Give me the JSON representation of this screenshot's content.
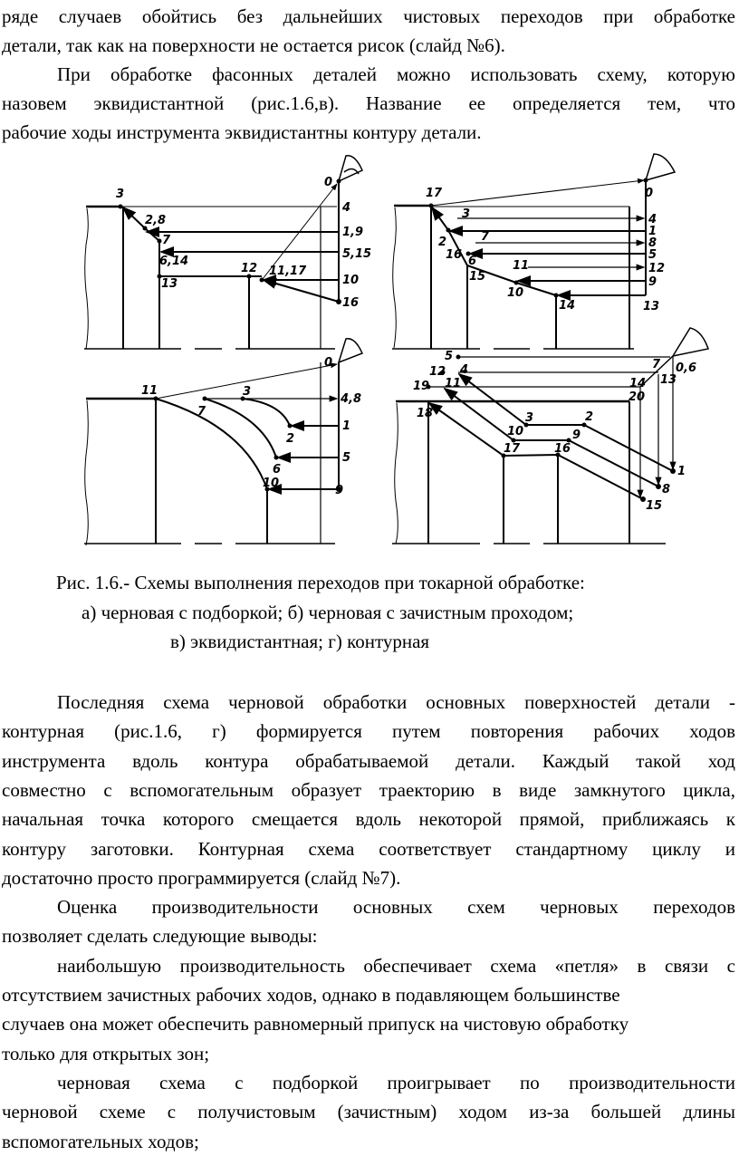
{
  "paragraph_top": [
    "ряде случаев обойтись без дальнейших чистовых переходов при обработке",
    "детали, так как на поверхности не остается рисок (слайд №6)."
  ],
  "paragraph_2": [
    "При обработке фасонных деталей можно использовать схему, которую",
    "назовем эквидистантной (рис.1.6,в). Название ее определяется тем, что",
    "рабочие ходы инструмента эквидистантны контуру детали."
  ],
  "figure": {
    "a": {
      "labels": [
        "0",
        "3",
        "2,8",
        "7",
        "6,14",
        "13",
        "12",
        "11,17",
        "4",
        "1,9",
        "5,15",
        "10",
        "16"
      ]
    },
    "b": {
      "labels": [
        "0",
        "17",
        "3",
        "2",
        "7",
        "16",
        "6",
        "15",
        "11",
        "10",
        "14",
        "4",
        "1",
        "8",
        "5",
        "12",
        "9",
        "13"
      ]
    },
    "c": {
      "labels": [
        "0",
        "11",
        "7",
        "3",
        "4,8",
        "1",
        "2",
        "5",
        "6",
        "10",
        "9"
      ]
    },
    "d": {
      "labels": [
        "5",
        "4",
        "12",
        "11",
        "19",
        "18",
        "0,6",
        "7",
        "13",
        "14",
        "20",
        "3",
        "2",
        "10",
        "9",
        "17",
        "16",
        "1",
        "8",
        "15"
      ]
    },
    "caption": [
      "Рис. 1.6.- Схемы выполнения переходов при токарной обработке:",
      "а) черновая с подборкой; б) черновая с зачистным проходом;",
      "в) эквидистантная; г) контурная"
    ]
  },
  "paragraph_3": [
    "Последняя схема черновой обработки основных поверхностей детали -",
    "контурная (рис.1.6, г) формируется путем повторения рабочих ходов",
    "инструмента вдоль контура обрабатываемой детали. Каждый такой ход",
    "совместно с вспомогательным образует траекторию в виде замкнутого цикла,",
    "начальная точка которого смещается вдоль некоторой прямой, приближаясь к",
    "контуру заготовки. Контурная схема соответствует стандартному циклу и",
    "достаточно просто программируется (слайд №7)."
  ],
  "paragraph_4": [
    "Оценка производительности основных схем черновых переходов",
    "позволяет сделать следующие выводы:"
  ],
  "paragraph_5": [
    "наибольшую производительность обеспечивает схема «петля» в связи с",
    "отсутствием зачистных рабочих ходов, однако в подавляющем большинстве",
    "случаев она может обеспечить равномерный припуск на чистовую обработку",
    "только для открытых зон;"
  ],
  "paragraph_6": [
    "черновая схема с подборкой проигрывает по производительности",
    "черновой схеме с получистовым (зачистным) ходом из-за большей длины",
    "вспомогательных ходов;"
  ]
}
